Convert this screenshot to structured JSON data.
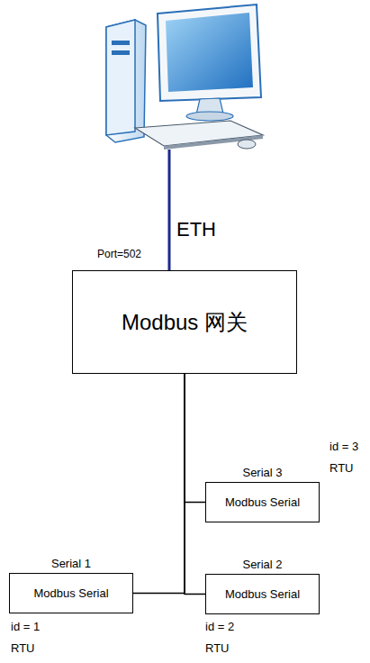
{
  "diagram": {
    "nodes": [
      {
        "text": [
          "Modbus 网关"
        ]
      },
      {
        "text": [
          "Serial 3",
          "Modbus Serial"
        ]
      },
      {
        "text": [
          "Serial 1",
          "Modbus Serial"
        ]
      },
      {
        "text": [
          "Serial 2",
          "Modbus Serial"
        ]
      }
    ],
    "edges": [
      {
        "from": 0,
        "to": 1,
        "arrow": "none"
      },
      {
        "from": 0,
        "to": 2,
        "arrow": "none"
      },
      {
        "from": 0,
        "to": 3,
        "arrow": "none"
      }
    ],
    "labels": [
      "ETH",
      "Port=502",
      "id = 3",
      "RTU",
      "id = 1",
      "RTU",
      "id = 2",
      "RTU"
    ]
  }
}
